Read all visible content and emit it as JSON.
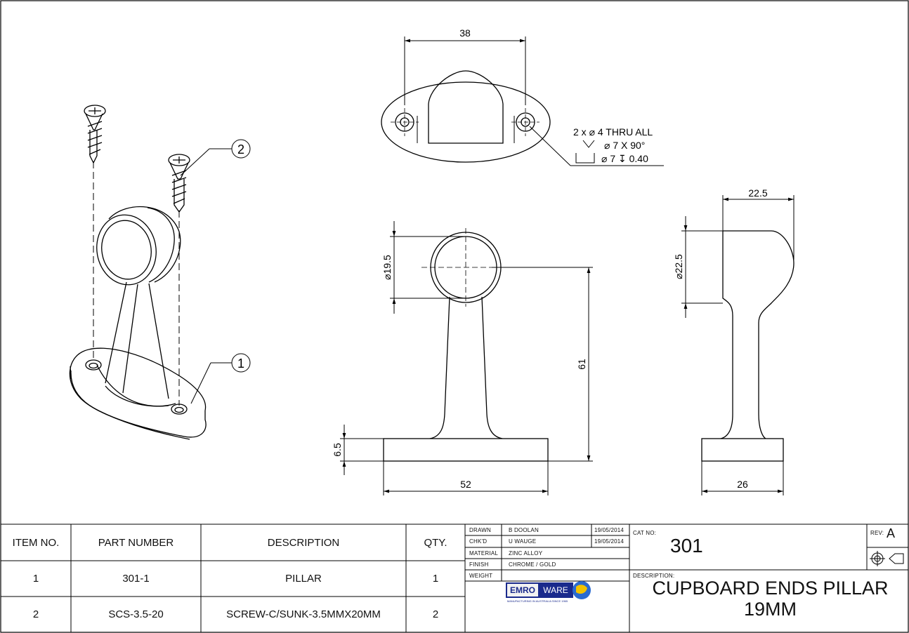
{
  "dimensions": {
    "top_width": "38",
    "hole_note_1": "2 x ⌀ 4 THRU ALL",
    "hole_note_2": "⌀ 7 X 90°",
    "hole_note_3": "⌀ 7 ↧ 0.40",
    "front_ring_dia": "⌀19.5",
    "front_height": "61",
    "base_thickness": "6.5",
    "front_base_width": "52",
    "side_top_width": "22.5",
    "side_ring_dia": "⌀22.5",
    "side_base_width": "26"
  },
  "balloons": {
    "item1": "1",
    "item2": "2"
  },
  "bom": {
    "headers": [
      "ITEM NO.",
      "PART NUMBER",
      "DESCRIPTION",
      "QTY."
    ],
    "rows": [
      [
        "1",
        "301-1",
        "PILLAR",
        "1"
      ],
      [
        "2",
        "SCS-3.5-20",
        "SCREW-C/SUNK-3.5MMX20MM",
        "2"
      ]
    ]
  },
  "title_block": {
    "rows": [
      {
        "label": "DRAWN",
        "value": "B DOOLAN",
        "date": "19/05/2014"
      },
      {
        "label": "CHK'D",
        "value": "U WAUGE",
        "date": "19/05/2014"
      },
      {
        "label": "MATERIAL",
        "value": "ZINC ALLOY",
        "date": ""
      },
      {
        "label": "FINISH",
        "value": "CHROME / GOLD",
        "date": ""
      },
      {
        "label": "WEIGHT",
        "value": "",
        "date": ""
      }
    ],
    "cat_label": "CAT NO:",
    "cat_no": "301",
    "rev_label": "REV:",
    "rev": "A",
    "desc_label": "DESCRIPTION:",
    "desc_line1": "CUPBOARD ENDS PILLAR",
    "desc_line2": "19MM",
    "logo_text": "EMROWARE",
    "logo_tag": "MANUFACTURING IN AUSTRALIA SINCE 1965"
  }
}
